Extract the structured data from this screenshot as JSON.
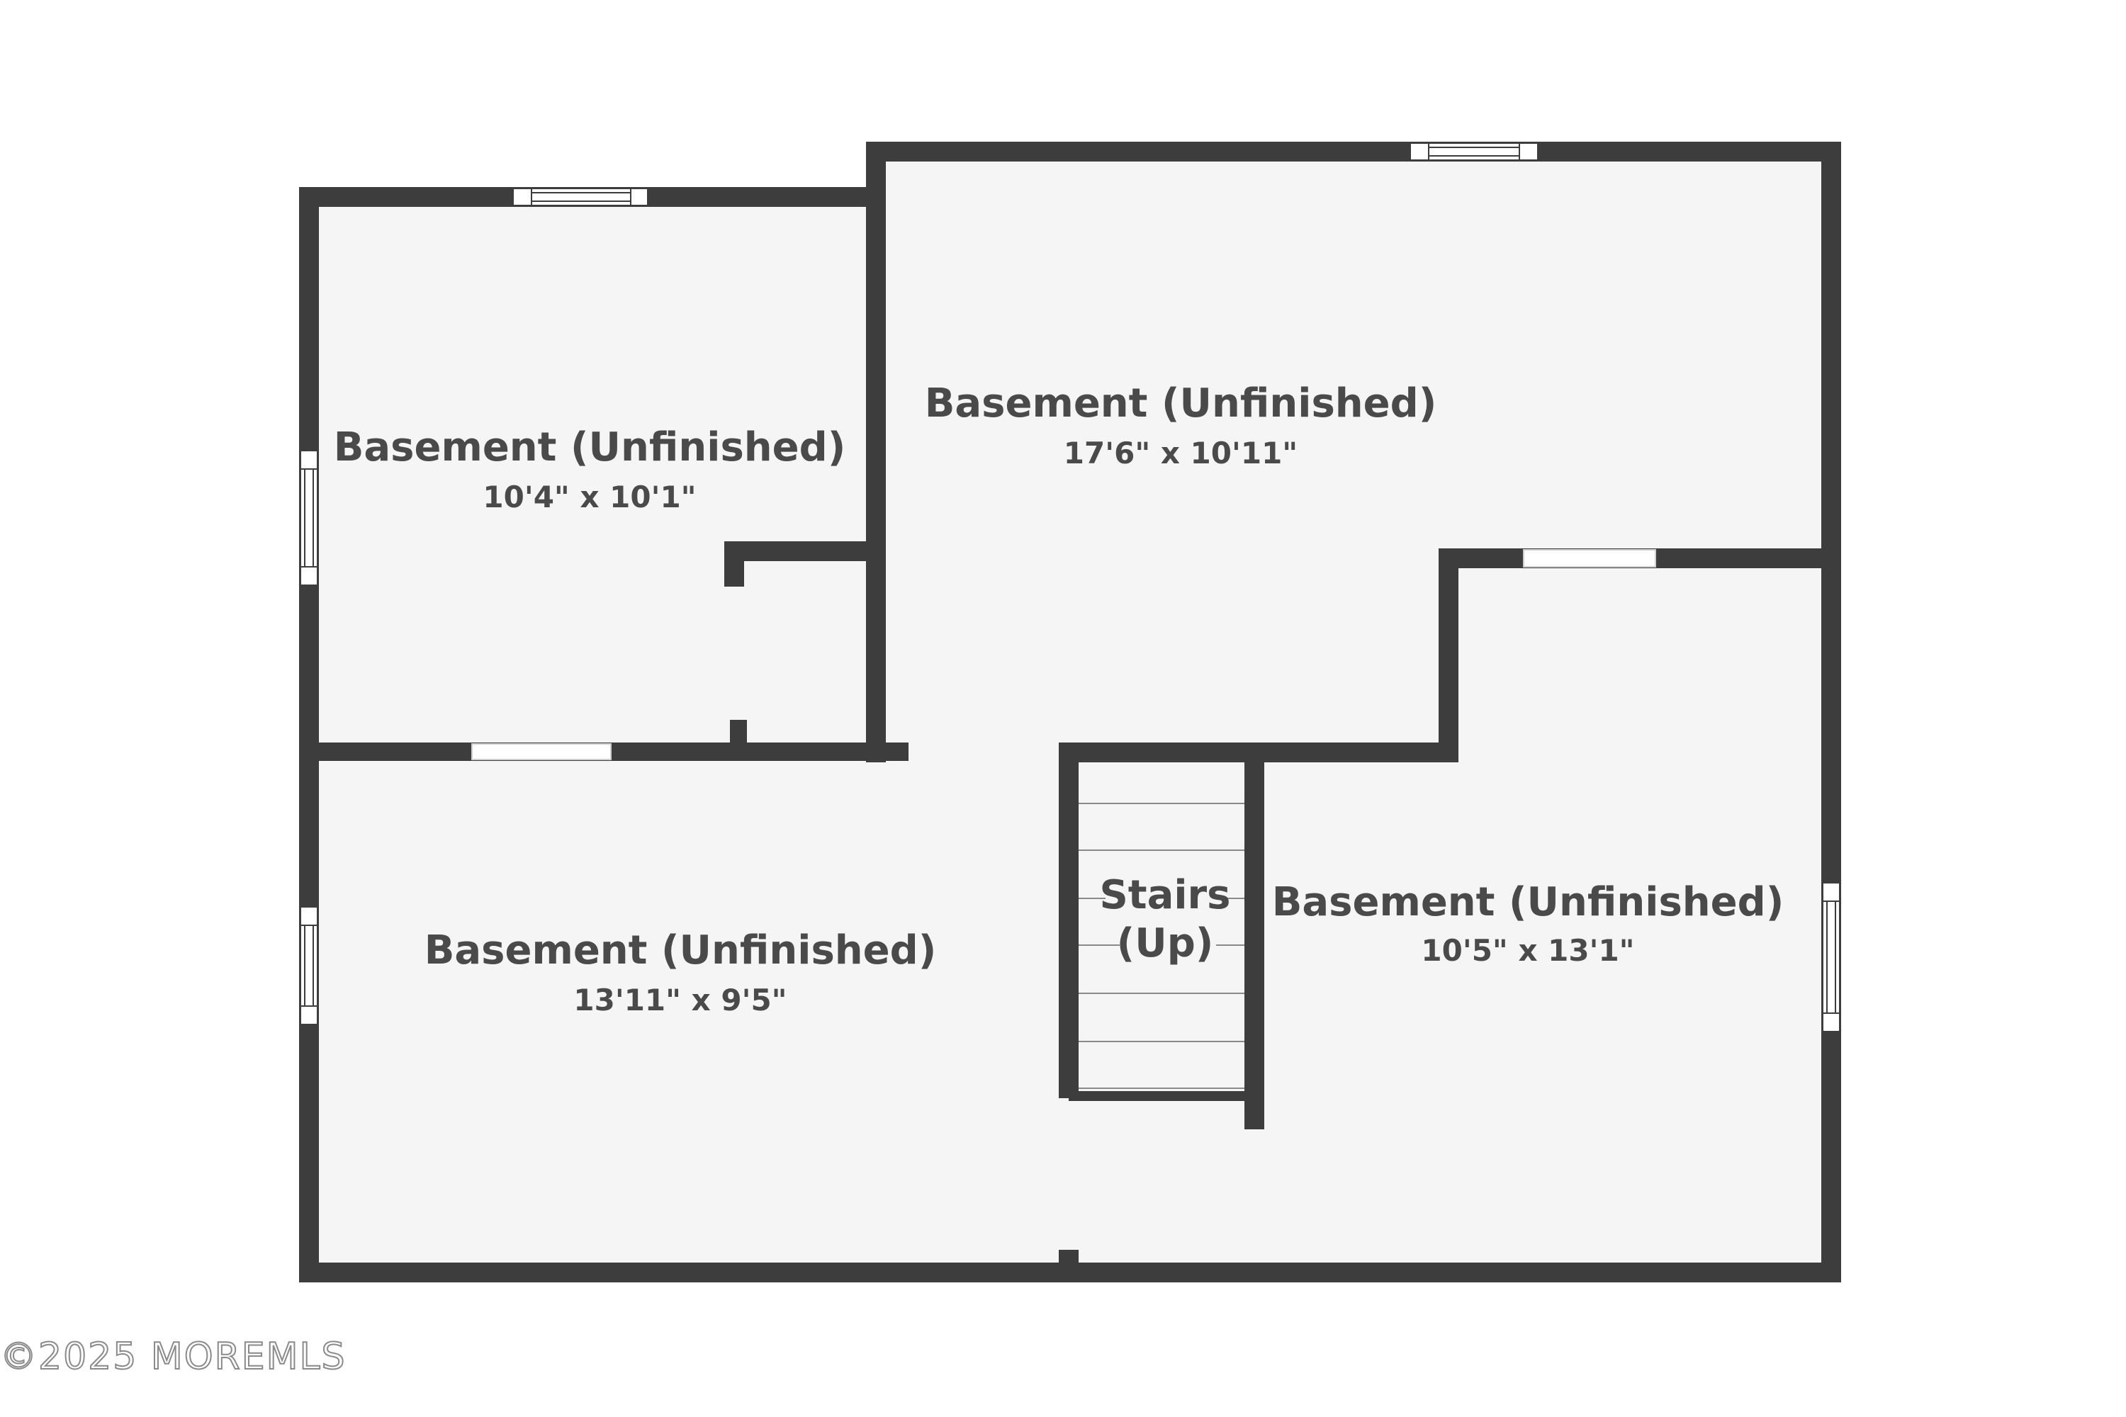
{
  "rooms": [
    {
      "name": "Basement (Unfinished)",
      "dimensions": "10'4\" x 10'1\""
    },
    {
      "name": "Basement (Unfinished)",
      "dimensions": "17'6\" x 10'11\""
    },
    {
      "name": "Basement (Unfinished)",
      "dimensions": "13'11\" x 9'5\""
    },
    {
      "name": "Basement (Unfinished)",
      "dimensions": "10'5\" x 13'1\""
    }
  ],
  "stairs": {
    "line1": "Stairs",
    "line2": "(Up)"
  },
  "watermark": "©2025 MOREMLS",
  "colors": {
    "wall": "#3d3d3d",
    "floor": "#f5f5f5",
    "window": "#ffffff",
    "text": "#4a4a4a"
  }
}
